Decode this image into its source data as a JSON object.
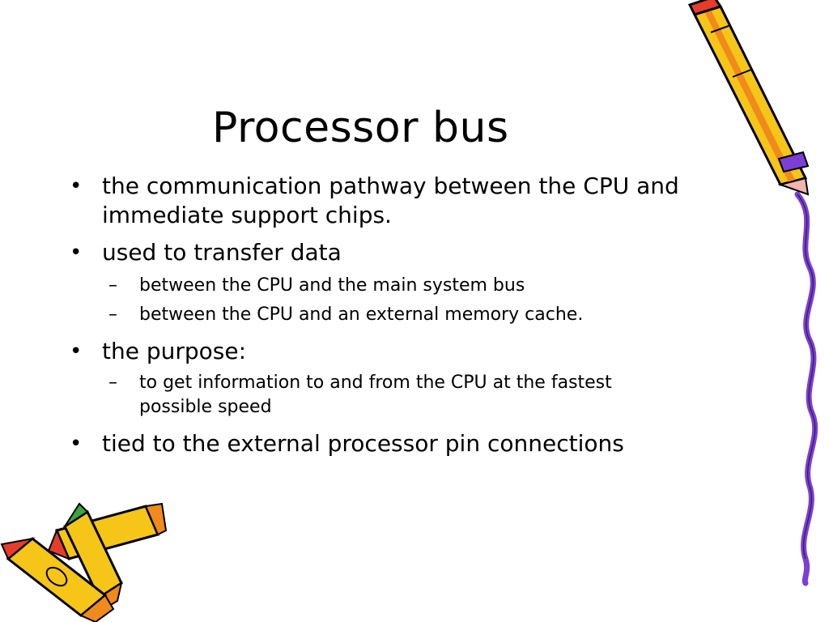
{
  "slide": {
    "title": "Processor bus",
    "bullets": [
      {
        "lines": [
          "the communication pathway between the CPU and",
          "immediate support chips."
        ]
      },
      {
        "lines": [
          "used to transfer data"
        ],
        "sub": [
          {
            "lines": [
              "between the CPU and the main system bus"
            ]
          },
          {
            "lines": [
              "between the CPU and an external memory cache."
            ]
          }
        ]
      },
      {
        "lines": [
          "the purpose:"
        ],
        "sub": [
          {
            "lines": [
              "to get information to and from the CPU at the fastest",
              "possible speed"
            ]
          }
        ]
      },
      {
        "lines": [
          "tied to the external processor pin connections"
        ]
      }
    ],
    "bullet_glyph": "•",
    "sub_glyph": "–"
  },
  "decorations": {
    "pencil_top_right": "pencil-icon",
    "squiggle_right": "squiggle-line",
    "crayons_bottom_left": "crayons-icon",
    "colors": {
      "yellow": "#f5c518",
      "orange": "#f08a1c",
      "red": "#e53d2a",
      "green": "#3aa63a",
      "purple": "#7b3fd6",
      "pink": "#f2b6b0"
    }
  }
}
